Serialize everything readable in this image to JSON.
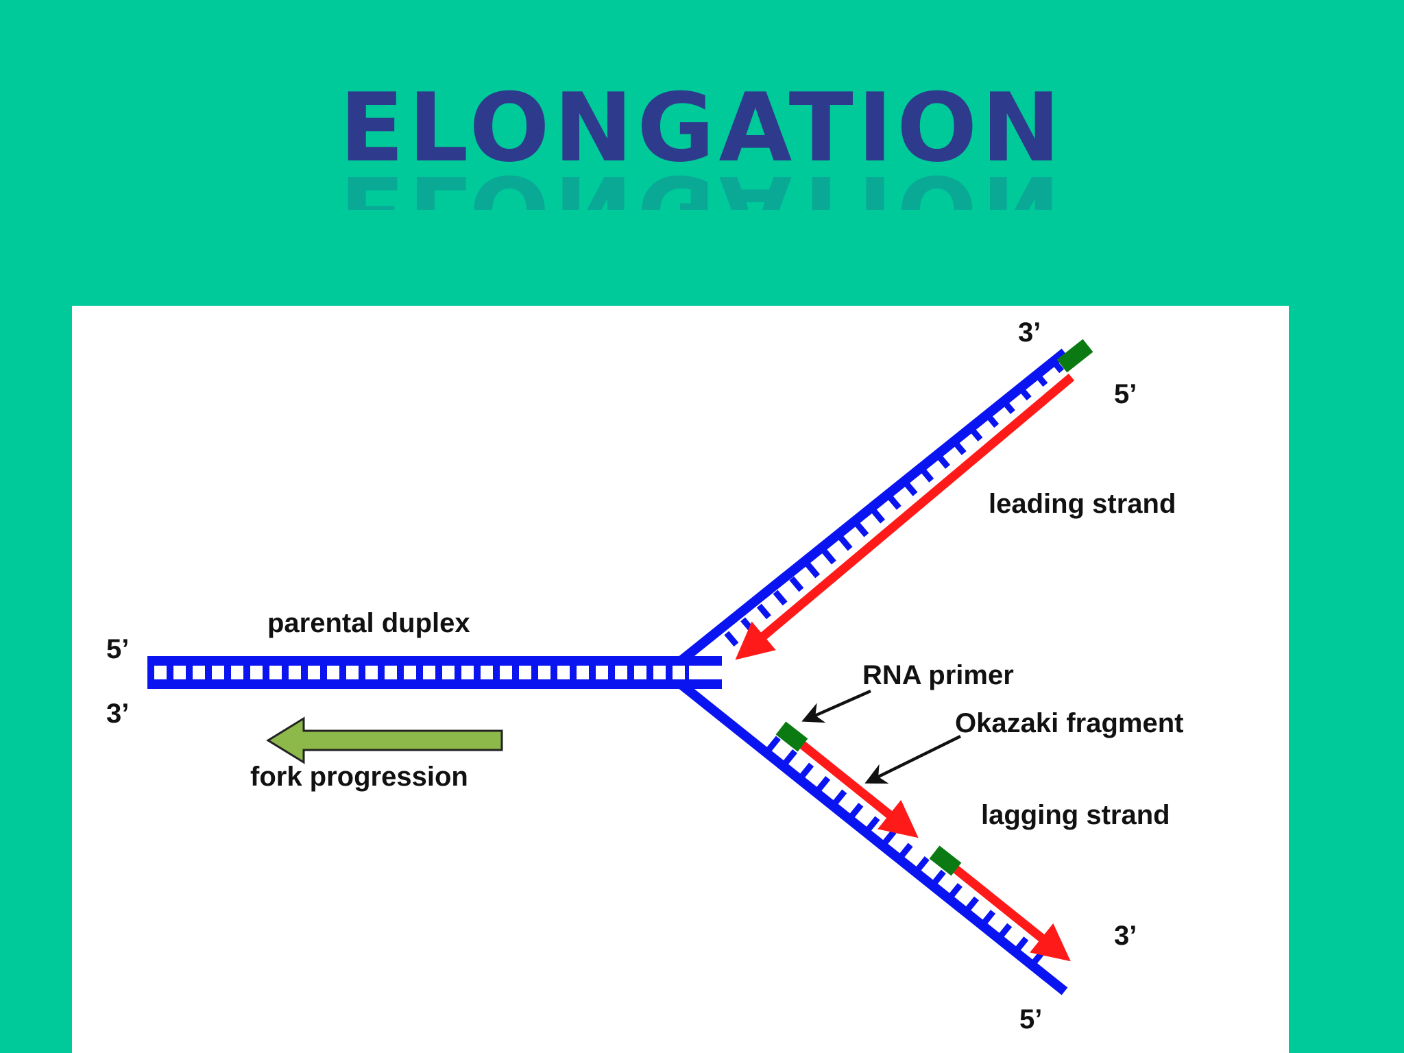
{
  "slide": {
    "title": "ELONGATION"
  },
  "diagram": {
    "labels": {
      "parental_duplex": "parental duplex",
      "fork_progression": "fork progression",
      "leading_strand": "leading strand",
      "lagging_strand": "lagging strand",
      "rna_primer": "RNA primer",
      "okazaki_fragment": "Okazaki fragment"
    },
    "ends": {
      "duplex_top": "5’",
      "duplex_bottom": "3’",
      "leading_template_end": "3’",
      "leading_new_end": "5’",
      "lagging_new_end": "3’",
      "lagging_template_end": "5’"
    },
    "colors": {
      "background": "#00C99A",
      "title": "#2E3A8C",
      "template_strand": "#0A14F0",
      "new_strand": "#FF1A1A",
      "rna_primer": "#0B7A12",
      "fork_arrow": "#8DB84A"
    }
  }
}
